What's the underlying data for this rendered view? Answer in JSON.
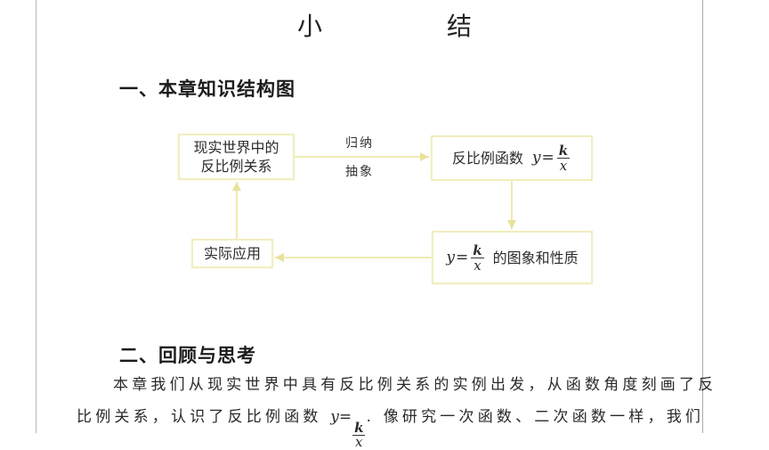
{
  "page": {
    "title": "小　结"
  },
  "section1": {
    "heading": "一、本章知识结构图",
    "diagram": {
      "nodes": [
        {
          "id": "real-world",
          "line1": "现实世界中的",
          "line2": "反比例关系"
        },
        {
          "id": "function",
          "text": "反比例函数",
          "formula_lhs": "y",
          "formula_eq": "=",
          "formula_num": "k",
          "formula_den": "x"
        },
        {
          "id": "graph-properties",
          "formula_lhs": "y",
          "formula_eq": "=",
          "formula_num": "k",
          "formula_den": "x",
          "text": "的图象和性质"
        },
        {
          "id": "application",
          "text": "实际应用"
        }
      ],
      "edges": [
        {
          "from": "real-world",
          "to": "function",
          "label_top": "归纳",
          "label_bottom": "抽象"
        },
        {
          "from": "function",
          "to": "graph-properties"
        },
        {
          "from": "graph-properties",
          "to": "application"
        },
        {
          "from": "application",
          "to": "real-world"
        }
      ],
      "colors": {
        "box_border": "#f1eec0",
        "arrow": "#efeab0"
      }
    }
  },
  "section2": {
    "heading": "二、回顾与思考",
    "paragraph_line1": "本章我们从现实世界中具有反比例关系的实例出发，从函数角度刻画了反",
    "paragraph_line2_a": "比例关系，认识了反比例函数",
    "paragraph_line2_lhs": "y",
    "paragraph_line2_eq": "=",
    "paragraph_line2_num": "k",
    "paragraph_line2_den": "x",
    "paragraph_line2_b": ". 像研究一次函数、二次函数一样，我们"
  }
}
